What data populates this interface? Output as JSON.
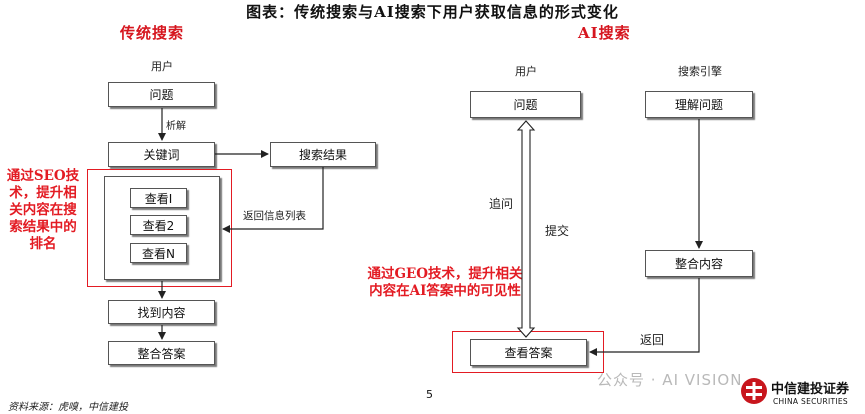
{
  "title": "图表：传统搜索与AI搜索下用户获取信息的形式变化",
  "traditional": {
    "heading": "传统搜索",
    "user_label": "用户",
    "question": "问题",
    "parse_label": "析解",
    "keyword": "关键词",
    "search_results": "搜索结果",
    "return_label": "返回信息列表",
    "view_items": [
      "查看I",
      "查看2",
      "查看N"
    ],
    "find_content": "找到内容",
    "integrate_answer": "整合答案",
    "seo_note": "通过SEO技术，提升相关内容在搜索结果中的排名"
  },
  "ai": {
    "heading": "AI搜索",
    "user_label": "用户",
    "engine_label": "搜索引擎",
    "question": "问题",
    "understand": "理解问题",
    "followup_label": "追问",
    "submit_label": "提交",
    "integrate_content": "整合内容",
    "return_label": "返回",
    "view_answer": "查看答案",
    "geo_note": "通过GEO技术，提升相关内容在AI答案中的可见性"
  },
  "footer": {
    "source": "资料来源：虎嗅，中信建投",
    "page": "5",
    "watermark": "公众号 · AI VISION",
    "logo_cn": "中信建投证券",
    "logo_en": "CHINA SECURITIES"
  }
}
